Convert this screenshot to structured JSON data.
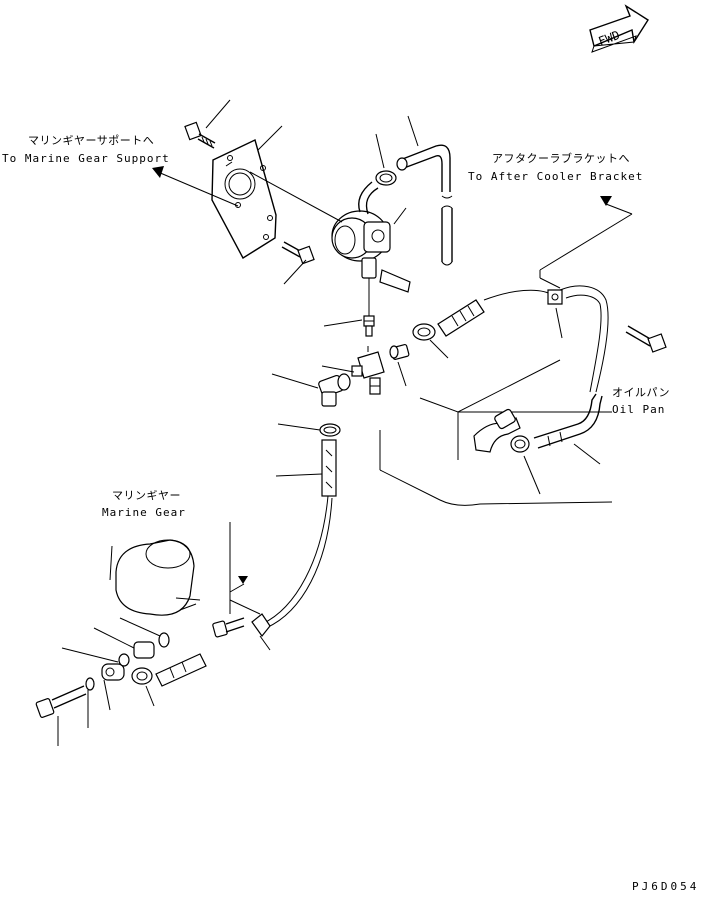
{
  "labels": {
    "fwd": "FWD",
    "marine_gear_support_jp": "マリンギヤーサポートへ",
    "marine_gear_support_en": "To Marine Gear Support",
    "after_cooler_jp": "アフタクーラブラケットへ",
    "after_cooler_en": "To After Cooler Bracket",
    "oil_pan_jp": "オイルパン",
    "oil_pan_en": "Oil Pan",
    "marine_gear_jp": "マリンギヤー",
    "marine_gear_en": "Marine Gear",
    "drawing_code": "PJ6D054"
  }
}
